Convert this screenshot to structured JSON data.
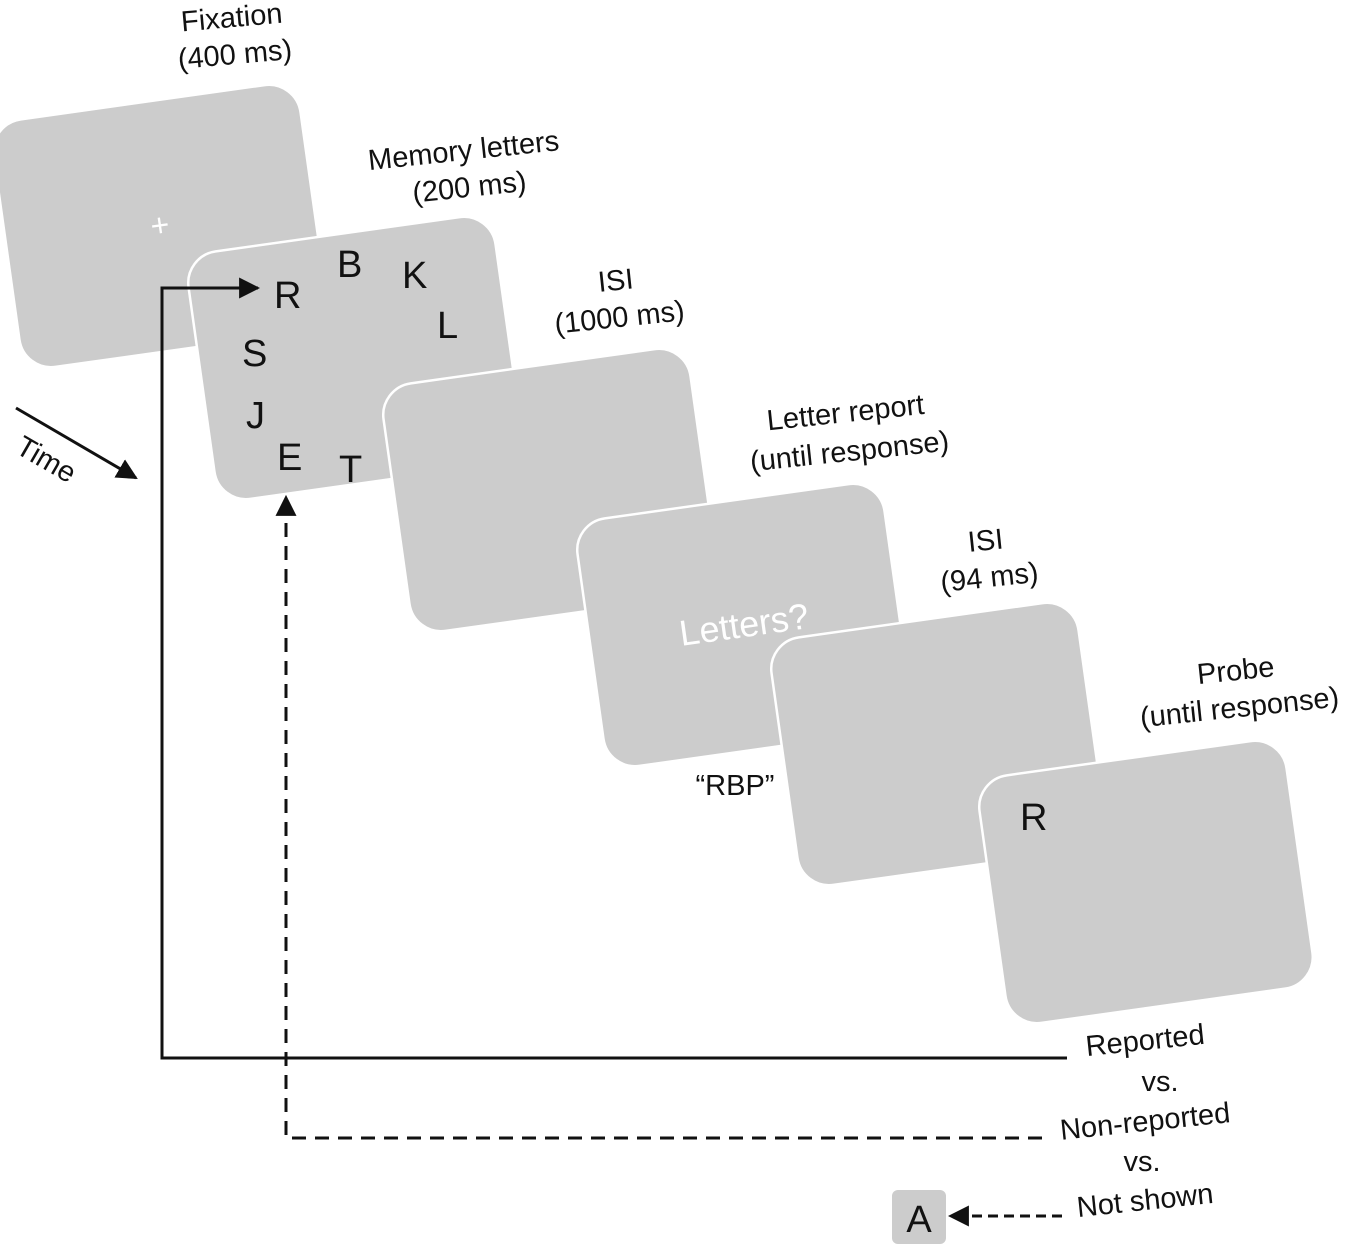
{
  "colors": {
    "screen": "#cccccc",
    "line": "#111111",
    "background": "#ffffff"
  },
  "time_label": "Time",
  "screens": [
    {
      "title_line1": "Fixation",
      "title_line2": "(400 ms)",
      "content": "+"
    },
    {
      "title_line1": "Memory  letters",
      "title_line2": "(200 ms)",
      "letters": [
        "R",
        "B",
        "K",
        "L",
        "S",
        "J",
        "E",
        "T"
      ]
    },
    {
      "title_line1": "ISI",
      "title_line2": "(1000 ms)"
    },
    {
      "title_line1": "Letter report",
      "title_line2": "(until response)",
      "content": "Letters?",
      "response": "“RBP”"
    },
    {
      "title_line1": "ISI",
      "title_line2": "(94 ms)"
    },
    {
      "title_line1": "Probe",
      "title_line2": "(until response)",
      "content": "R"
    }
  ],
  "conditions": {
    "reported": "Reported",
    "vs1": "vs.",
    "non_reported": "Non-reported",
    "vs2": "vs.",
    "not_shown": "Not shown",
    "not_shown_letter": "A"
  }
}
